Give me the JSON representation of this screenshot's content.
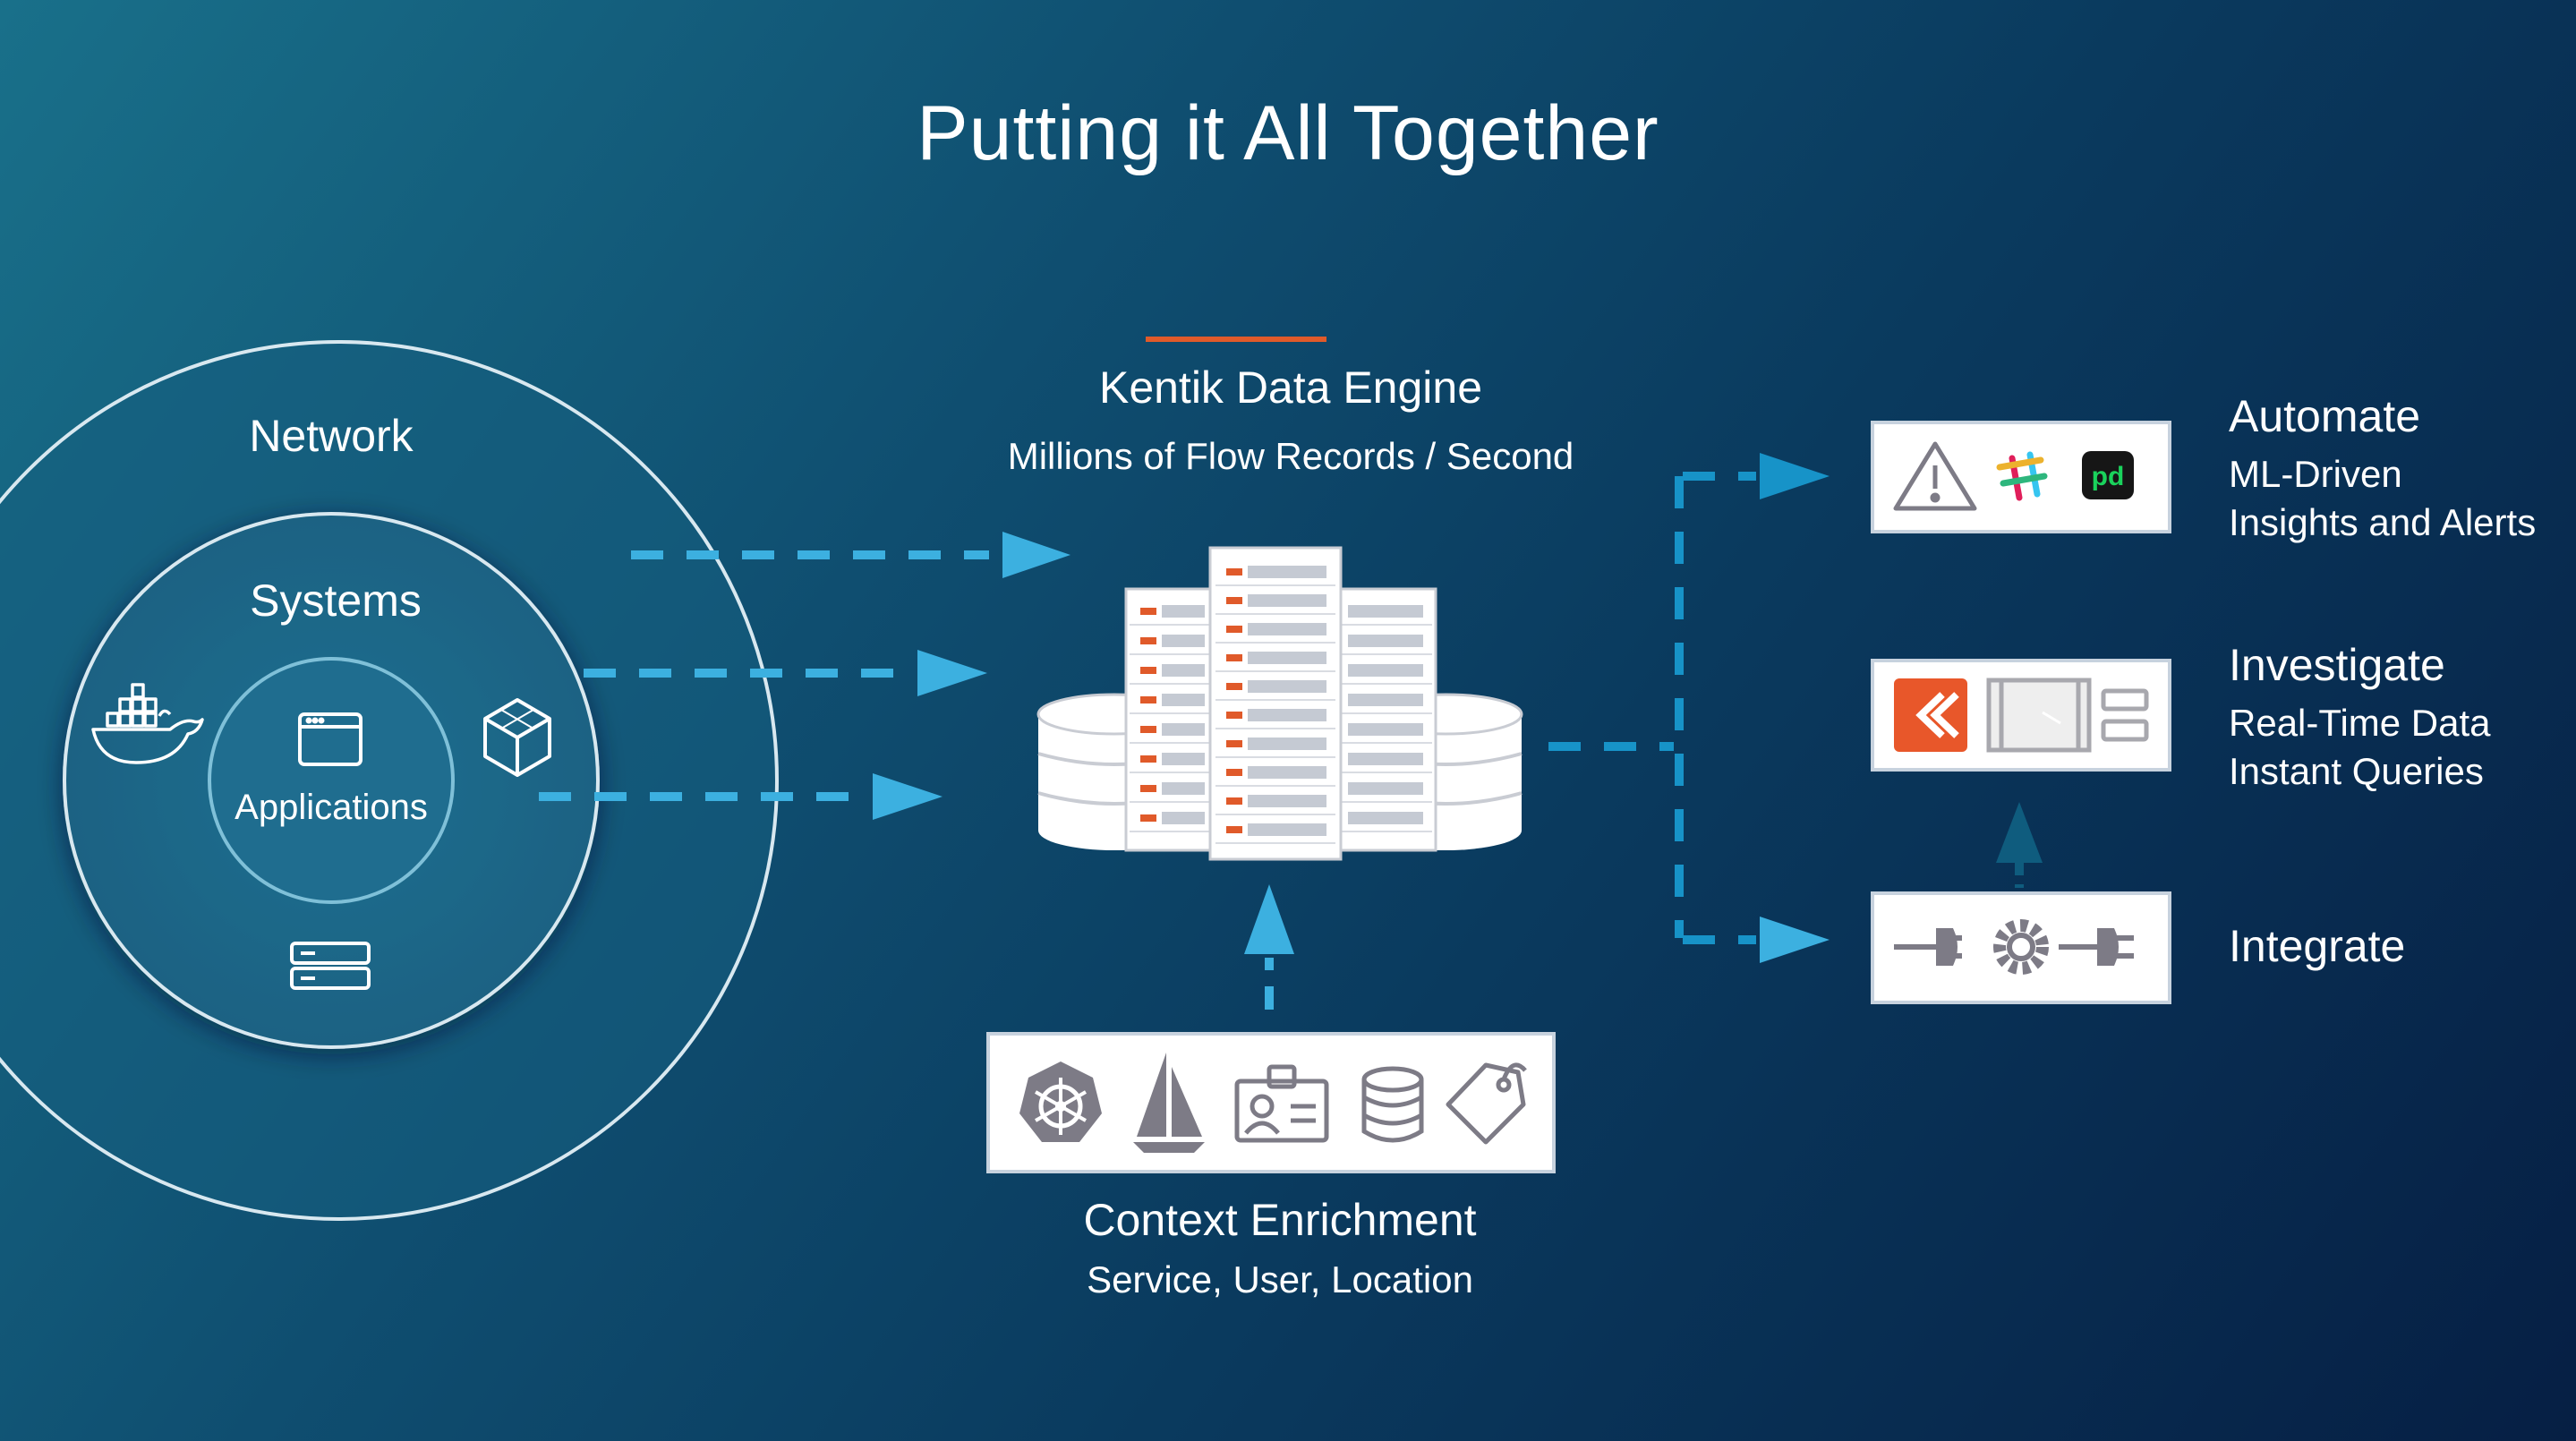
{
  "title": "Putting it All Together",
  "circles": {
    "network": "Network",
    "systems": "Systems",
    "applications": "Applications"
  },
  "engine": {
    "name": "Kentik Data Engine",
    "subtitle": "Millions of Flow Records / Second"
  },
  "enrichment": {
    "name": "Context Enrichment",
    "subtitle": "Service, User, Location"
  },
  "outputs": [
    {
      "name": "Automate",
      "lines": [
        "ML-Driven",
        "Insights and Alerts"
      ]
    },
    {
      "name": "Investigate",
      "lines": [
        "Real-Time Data",
        "Instant Queries"
      ]
    },
    {
      "name": "Integrate",
      "lines": []
    }
  ],
  "icons": {
    "left": [
      "docker-whale-icon",
      "browser-window-icon",
      "cube-icon",
      "server-icon"
    ],
    "enrichment": [
      "kubernetes-icon",
      "sailboat-icon",
      "id-badge-icon",
      "database-icon",
      "tag-icon"
    ],
    "automate": [
      "warning-icon",
      "slack-icon",
      "pagerduty-icon"
    ],
    "investigate": [
      "kentik-logo-icon",
      "dashboard-icon"
    ],
    "integrate": [
      "plug-gear-icon"
    ]
  },
  "colors": {
    "accent_orange": "#e05a2a",
    "arrow_blue": "#3cb0e0",
    "icon_gray": "#7d7b86",
    "pagerduty_green": "#1ad35c",
    "kentik_orange": "#e8572a"
  }
}
